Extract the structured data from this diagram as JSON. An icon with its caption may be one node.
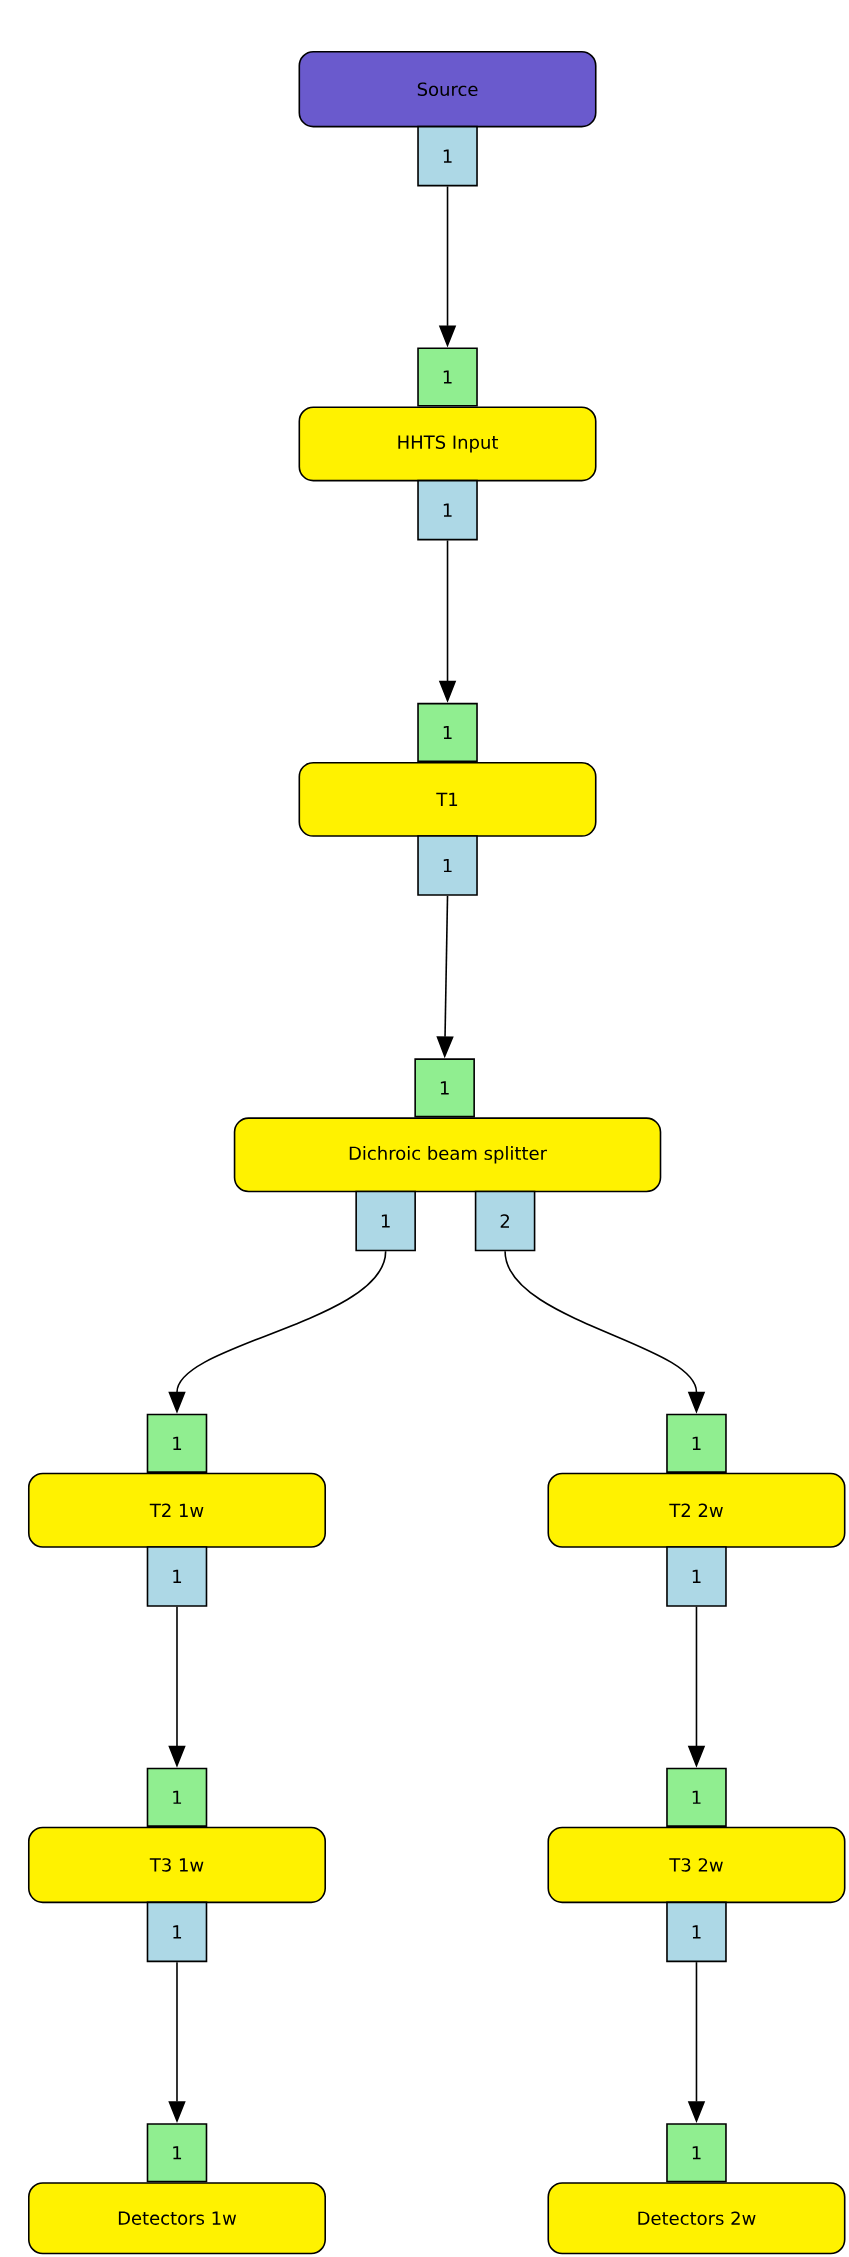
{
  "diagram": {
    "nodes": [
      {
        "text": [
          "Source"
        ]
      },
      {
        "text": [
          "1"
        ]
      },
      {
        "text": [
          "1"
        ]
      },
      {
        "text": [
          "HHTS Input"
        ]
      },
      {
        "text": [
          "1"
        ]
      },
      {
        "text": [
          "1"
        ]
      },
      {
        "text": [
          "T1"
        ]
      },
      {
        "text": [
          "1"
        ]
      },
      {
        "text": [
          "1"
        ]
      },
      {
        "text": [
          "Dichroic beam splitter"
        ]
      },
      {
        "text": [
          "1"
        ]
      },
      {
        "text": [
          "2"
        ]
      },
      {
        "text": [
          "1"
        ]
      },
      {
        "text": [
          "T2 1w"
        ]
      },
      {
        "text": [
          "1"
        ]
      },
      {
        "text": [
          "1"
        ]
      },
      {
        "text": [
          "T2 2w"
        ]
      },
      {
        "text": [
          "1"
        ]
      },
      {
        "text": [
          "1"
        ]
      },
      {
        "text": [
          "T3 1w"
        ]
      },
      {
        "text": [
          "1"
        ]
      },
      {
        "text": [
          "1"
        ]
      },
      {
        "text": [
          "T3 2w"
        ]
      },
      {
        "text": [
          "1"
        ]
      },
      {
        "text": [
          "1"
        ]
      },
      {
        "text": [
          "Detectors 1w"
        ]
      },
      {
        "text": [
          "1"
        ]
      },
      {
        "text": [
          "Detectors 2w"
        ]
      }
    ],
    "edges": [
      {
        "from": 1,
        "to": 2,
        "arrow": "to"
      },
      {
        "from": 4,
        "to": 5,
        "arrow": "to"
      },
      {
        "from": 7,
        "to": 8,
        "arrow": "to"
      },
      {
        "from": 10,
        "to": 12,
        "arrow": "to"
      },
      {
        "from": 11,
        "to": 15,
        "arrow": "to"
      },
      {
        "from": 14,
        "to": 18,
        "arrow": "to"
      },
      {
        "from": 17,
        "to": 21,
        "arrow": "to"
      },
      {
        "from": 20,
        "to": 24,
        "arrow": "to"
      },
      {
        "from": 23,
        "to": 26,
        "arrow": "to"
      }
    ]
  }
}
